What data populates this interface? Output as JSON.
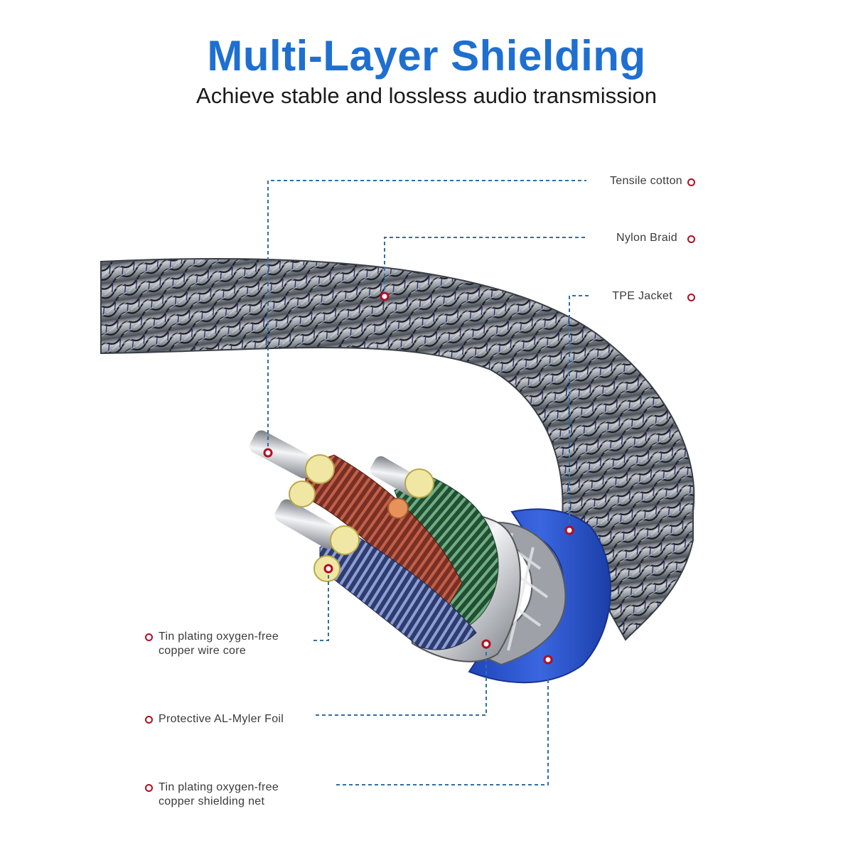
{
  "header": {
    "title": "Multi-Layer Shielding",
    "subtitle": "Achieve stable and lossless audio transmission"
  },
  "colors": {
    "title_blue": "#1f6fd1",
    "marker_red": "#b30e22",
    "leader_blue": "#2f6fa8",
    "tpe_jacket_blue": "#2b57d6",
    "braid_gray": "#8e939b",
    "wire_red": "#8c3a2c",
    "wire_green": "#2f6b45",
    "wire_blue": "#3b4f8e"
  },
  "callouts": {
    "right": [
      {
        "label": "Tensile cotton",
        "marker_icon": "ring-marker"
      },
      {
        "label": "Nylon Braid",
        "marker_icon": "ring-marker"
      },
      {
        "label": "TPE Jacket",
        "marker_icon": "ring-marker"
      }
    ],
    "left": [
      {
        "label_line1": "Tin plating oxygen-free",
        "label_line2": "copper wire core",
        "marker_icon": "ring-marker"
      },
      {
        "label_line1": "Protective AL-Myler Foil",
        "label_line2": "",
        "marker_icon": "ring-marker"
      },
      {
        "label_line1": "Tin plating oxygen-free",
        "label_line2": "copper shielding net",
        "marker_icon": "ring-marker"
      }
    ]
  }
}
